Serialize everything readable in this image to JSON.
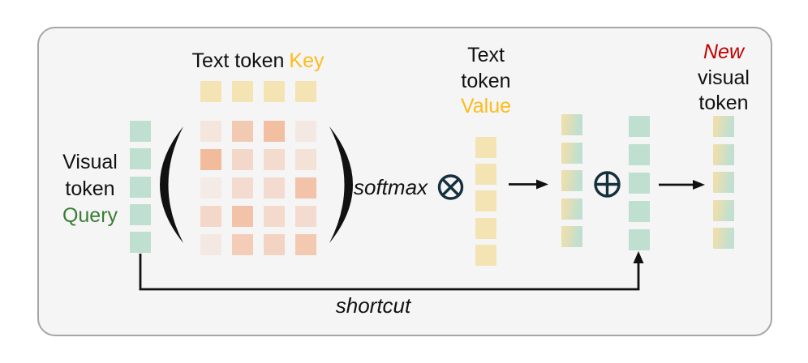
{
  "diagram": {
    "labels": {
      "key": {
        "prefix": "Text token",
        "highlight": "Key"
      },
      "query": {
        "lines": [
          "Visual",
          "token"
        ],
        "highlight": "Query"
      },
      "value": {
        "lines": [
          "Text",
          "token"
        ],
        "highlight": "Value"
      },
      "new_token": {
        "highlight": "New",
        "lines": [
          "visual",
          "token"
        ]
      },
      "softmax": "softmax",
      "shortcut": "shortcut",
      "multiply_operator": "circled-times",
      "add_operator": "circled-plus"
    },
    "colors": {
      "key_highlight": "#FBBD1C",
      "value_highlight": "#FBBD1C",
      "query_highlight": "#3A7D33",
      "new_highlight": "#C00000",
      "yellow_token": "#F4E4B4",
      "green_token": "#BFDFD0",
      "gradient_from": "#EEDFAC",
      "gradient_to": "#C1DFD0",
      "attention_base": "#F09660",
      "operator": "#14303C",
      "arrow": "#111111",
      "panel_bg": "#F5F5F6",
      "panel_border": "#A6A6A6"
    },
    "token_columns": {
      "key": {
        "count": 4,
        "type": "yellow"
      },
      "query": {
        "count": 5,
        "type": "green"
      },
      "value": {
        "count": 5,
        "type": "yellow"
      },
      "attended": {
        "count": 5,
        "type": "gradient"
      },
      "visual_shortcut": {
        "count": 5,
        "type": "green"
      },
      "new_visual": {
        "count": 5,
        "type": "gradient"
      }
    },
    "attention_matrix": {
      "rows": 5,
      "cols": 4,
      "opacities": [
        [
          0.16,
          0.45,
          0.57,
          0.13
        ],
        [
          0.6,
          0.3,
          0.27,
          0.2
        ],
        [
          0.1,
          0.26,
          0.26,
          0.52
        ],
        [
          0.3,
          0.52,
          0.29,
          0.26
        ],
        [
          0.13,
          0.42,
          0.35,
          0.46
        ]
      ]
    }
  }
}
